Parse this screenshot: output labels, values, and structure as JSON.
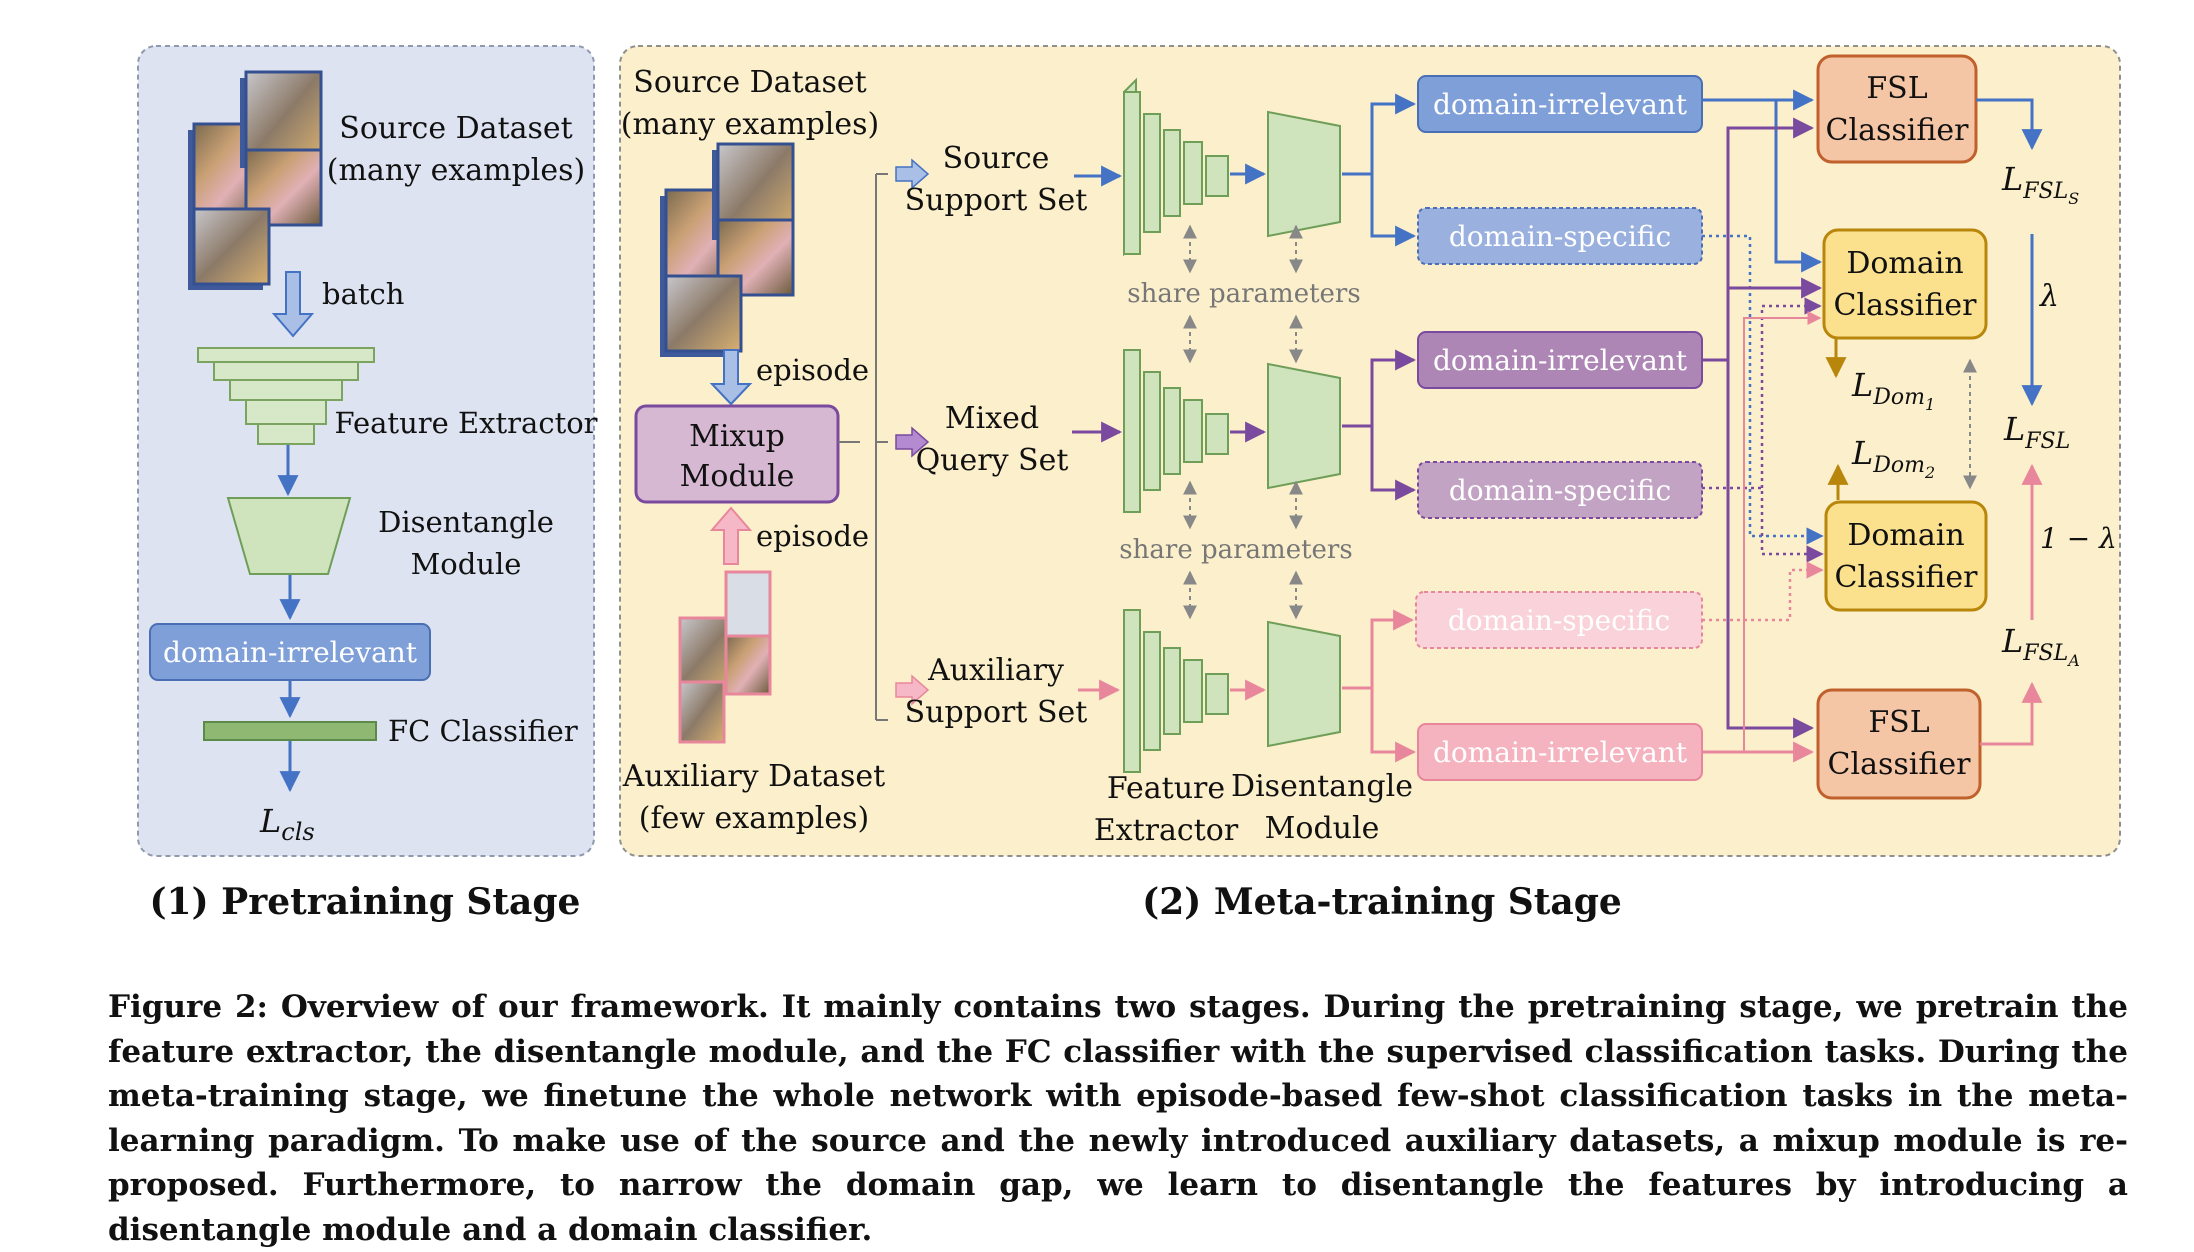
{
  "stage1": {
    "source_dataset": [
      "Source Dataset",
      "(many examples)"
    ],
    "batch": "batch",
    "feature_extractor": "Feature Extractor",
    "disentangle_module": [
      "Disentangle",
      "Module"
    ],
    "domain_irrelevant": "domain-irrelevant",
    "fc_classifier": "FC Classifier",
    "loss_main": "L",
    "loss_sub": "cls",
    "title": "(1) Pretraining Stage"
  },
  "stage2": {
    "source_dataset": [
      "Source Dataset",
      "(many examples)"
    ],
    "episode_top": "episode",
    "episode_bottom": "episode",
    "mixup_module": [
      "Mixup",
      "Module"
    ],
    "auxiliary_dataset": [
      "Auxiliary Dataset",
      "(few examples)"
    ],
    "source_support": [
      "Source",
      "Support Set"
    ],
    "mixed_query": [
      "Mixed",
      "Query Set"
    ],
    "auxiliary_support": [
      "Auxiliary",
      "Support Set"
    ],
    "share_parameters_1": "share parameters",
    "share_parameters_2": "share parameters",
    "feature_extractor": [
      "Feature",
      "Extractor"
    ],
    "disentangle_module": [
      "Disentangle",
      "Module"
    ],
    "branch_labels": {
      "src_irrelevant": "domain-irrelevant",
      "src_specific": "domain-specific",
      "mix_irrelevant": "domain-irrelevant",
      "mix_specific": "domain-specific",
      "aux_specific": "domain-specific",
      "aux_irrelevant": "domain-irrelevant"
    },
    "fsl_classifier_top": [
      "FSL",
      "Classifier"
    ],
    "domain_classifier_1": [
      "Domain",
      "Classifier"
    ],
    "domain_classifier_2": [
      "Domain",
      "Classifier"
    ],
    "fsl_classifier_bottom": [
      "FSL",
      "Classifier"
    ],
    "losses": {
      "fsl_s": {
        "main": "L",
        "sub": "FSL",
        "subsub": "S"
      },
      "lambda": "λ",
      "dom1": {
        "main": "L",
        "sub": "Dom",
        "subsub": "1"
      },
      "fsl": {
        "main": "L",
        "sub": "FSL"
      },
      "dom2": {
        "main": "L",
        "sub": "Dom",
        "subsub": "2"
      },
      "one_minus_lambda": "1 − λ",
      "fsl_a": {
        "main": "L",
        "sub": "FSL",
        "subsub": "A"
      }
    },
    "title": "(2) Meta-training Stage"
  },
  "caption": "Figure 2: Overview of our framework. It mainly contains two stages. During the pretraining stage, we pretrain the feature extractor, the disentangle module, and the FC classifier with the supervised classification tasks. During the meta-training stage, we finetune the whole network with episode-based few-shot classification tasks in the meta-learning paradigm. To make use of the source and the newly introduced auxiliary datasets, a mixup module is re-proposed. Furthermore, to narrow the domain gap, we learn to disentangle the features by introducing a disentangle module and a domain classifier.",
  "colors": {
    "stage1_bg": "#dde3f1",
    "stage2_bg": "#fcefcb",
    "blue": "#4472c4",
    "purple": "#7a4a9e",
    "pink": "#e8879c",
    "green_fill": "#cfe3bd",
    "green_stroke": "#6e9e58",
    "fsl_fill": "#f5c6a6",
    "domain_fill": "#fbe18e"
  }
}
